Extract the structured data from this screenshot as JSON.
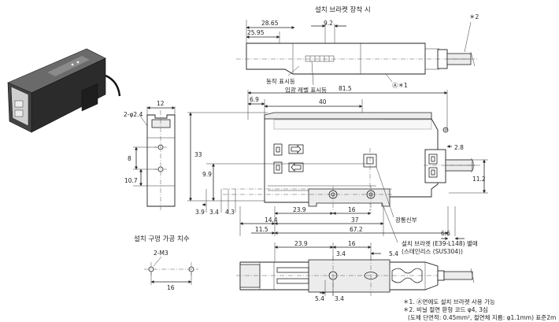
{
  "titles": {
    "bracket_mounted": "설치 브라켓 장착 시",
    "mounting_holes": "설치 구멍 가공 치수"
  },
  "callouts": {
    "op_indicator": "동작 표시등",
    "incident_level": "입광 레벨 표시등",
    "a_mark": "Ⓐ＊1",
    "star2": "＊2",
    "optical_axis": "광통신부",
    "bracket_line1": "설치 브라켓 (E39-L148) 별매",
    "bracket_line2": "(스테인리스 (SUS304))",
    "phi24": "2-φ2.4",
    "m3": "2-M3"
  },
  "dims": {
    "top_28_65": "28.65",
    "top_25_95": "25.95",
    "top_9_2": "9.2",
    "d81_5": "81.5",
    "d6_9": "6.9",
    "d40": "40",
    "d33": "33",
    "d2_8": "2.8",
    "d9_9": "9.9",
    "d11_2": "11.2",
    "d23_9": "23.9",
    "d16": "16",
    "d14_4": "14.4",
    "d37": "37",
    "d11_5": "11.5",
    "d67_2": "67.2",
    "d6_6": "6.6",
    "s12": "12",
    "s8": "8",
    "s10_7": "10.7",
    "s3_9": "3.9",
    "s3_4": "3.4",
    "s4_3": "4.3",
    "h16": "16",
    "b23_9": "23.9",
    "b16": "16",
    "b3_4": "3.4",
    "b5_4": "5.4",
    "b5_4b": "5.4",
    "b3_4b": "3.4"
  },
  "notes": [
    "＊1. Ⓐ면에도 설치 브라켓 사용 가능",
    "＊2. 비닐 절연 환형 코드 φ4, 3심",
    "(도체 단면적: 0.45mm², 절연체 지름: φ1.1mm) 표준2m"
  ],
  "icons": [
    "product-photo-icon",
    "arrow-right-icon",
    "arrow-left-icon"
  ]
}
